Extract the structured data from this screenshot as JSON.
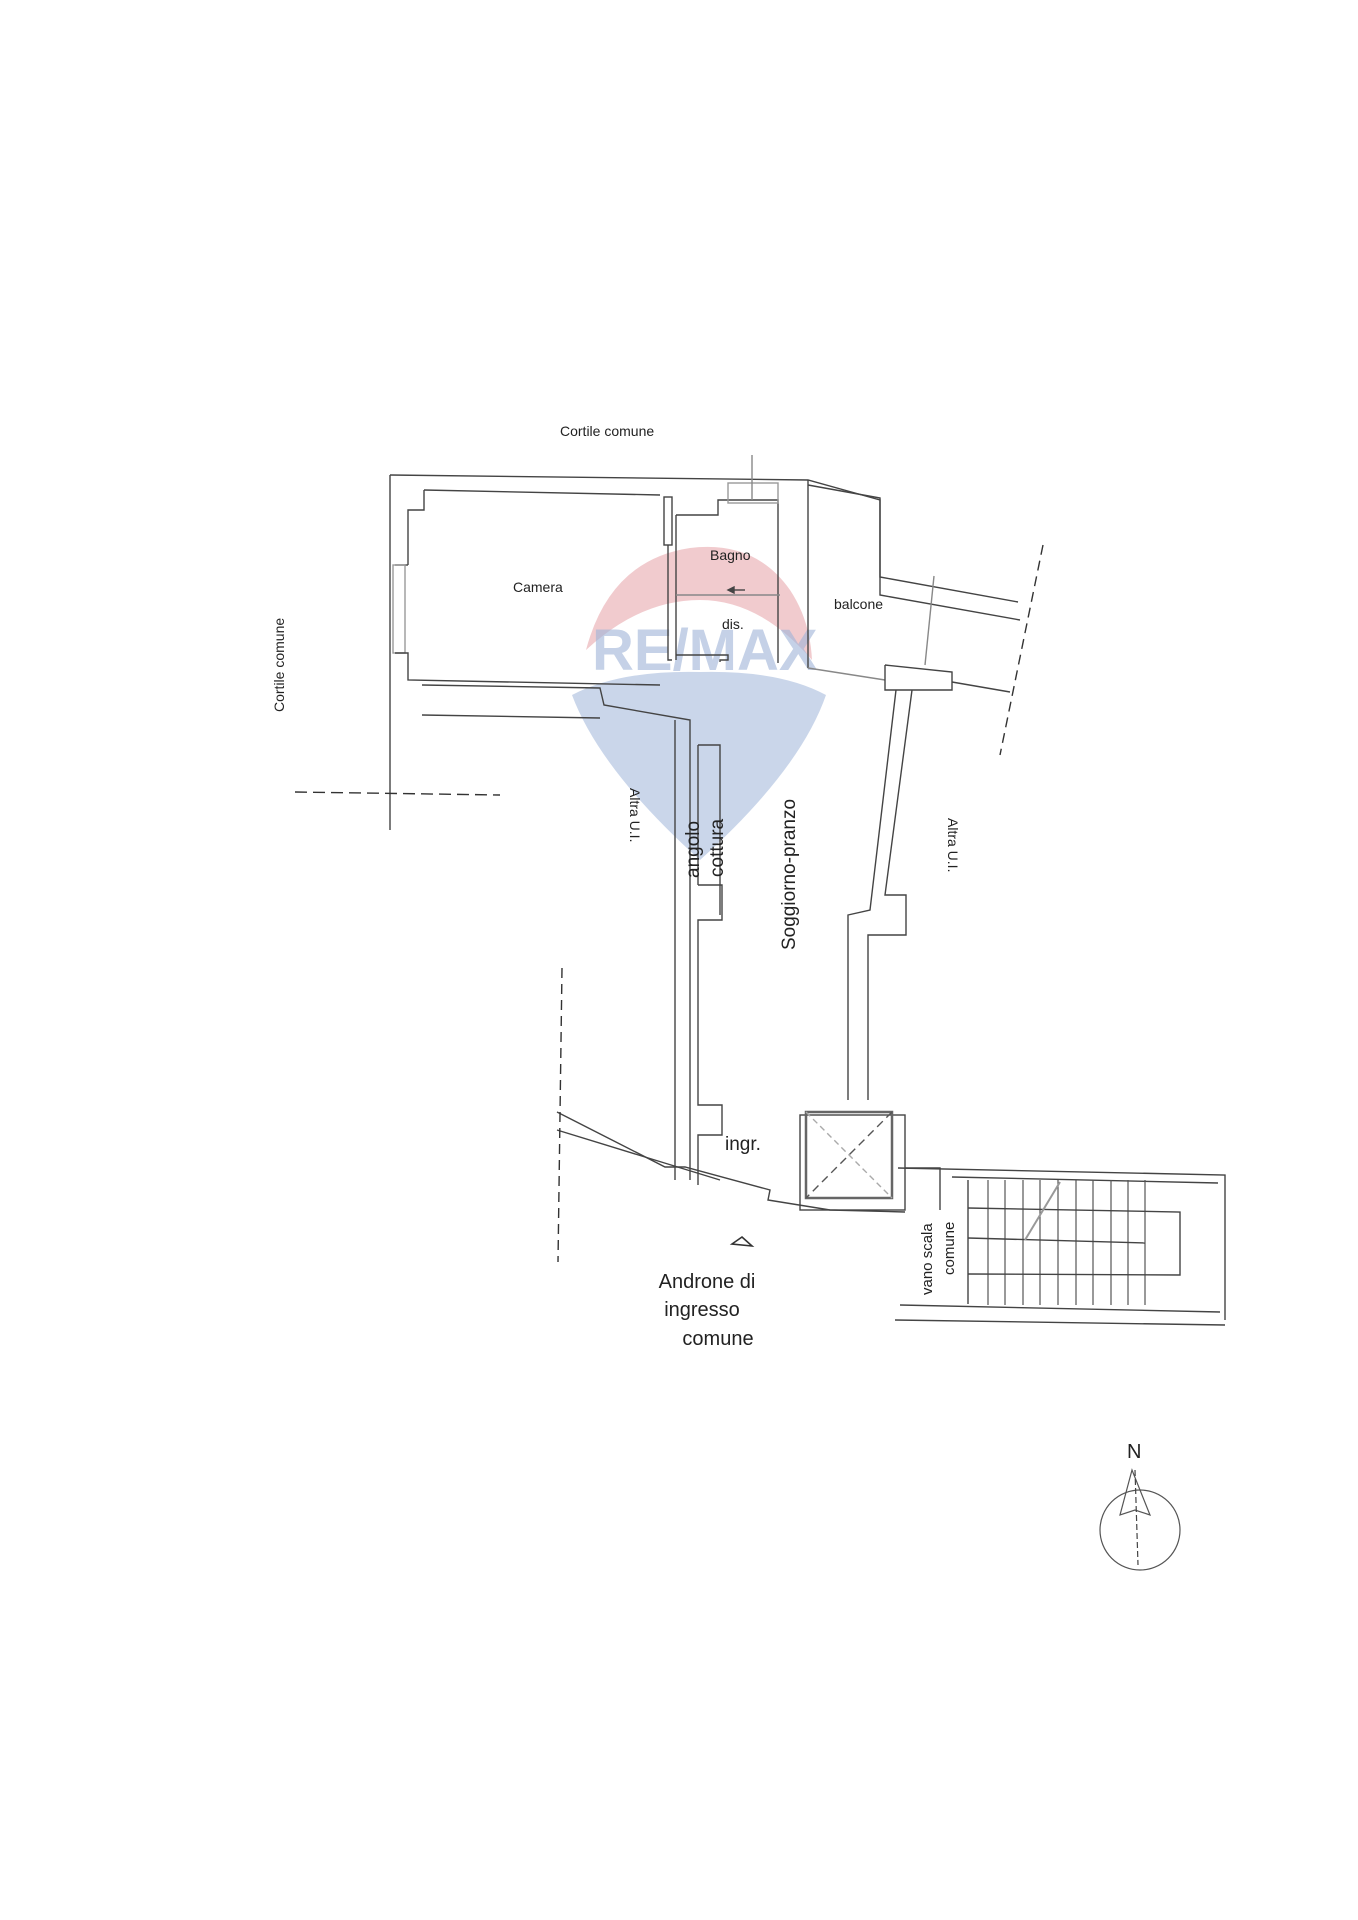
{
  "floor_plan": {
    "watermark": {
      "brand": "RE/MAX",
      "colors": {
        "red": "#e8a9ae",
        "blue": "#9fb4d8"
      }
    },
    "surroundings": {
      "top": "Cortile comune",
      "left": "Cortile comune",
      "left_unit": "Altra U.I.",
      "right_unit": "Altra U.I."
    },
    "rooms": {
      "camera": "Camera",
      "bagno": "Bagno",
      "disimpegno": "dis.",
      "balcone": "balcone",
      "angolo_cottura_line1": "angolo",
      "angolo_cottura_line2": "cottura",
      "soggiorno": "Soggiorno-pranzo",
      "ingresso": "ingr."
    },
    "entrance": {
      "line1": "Androne di",
      "line2": "ingresso",
      "line3": "comune"
    },
    "stairwell": {
      "line1": "vano scala",
      "line2": "comune"
    },
    "compass": {
      "label": "N"
    }
  }
}
